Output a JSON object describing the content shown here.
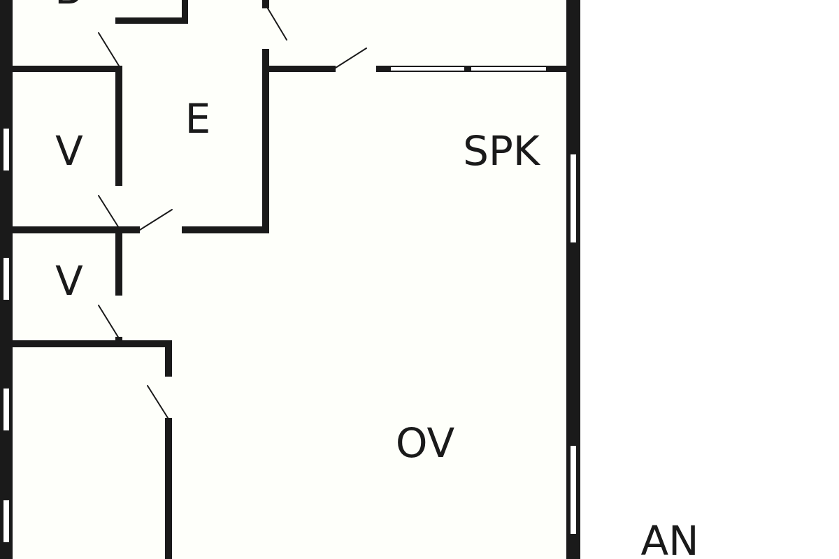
{
  "colors": {
    "floor": "#fefffa",
    "wall": "#1a1a1a",
    "outside": "#ffffff"
  },
  "rooms": {
    "b": "B",
    "e": "E",
    "v1": "V",
    "v2": "V",
    "spk": "SPK",
    "ov": "OV",
    "an": "AN"
  }
}
